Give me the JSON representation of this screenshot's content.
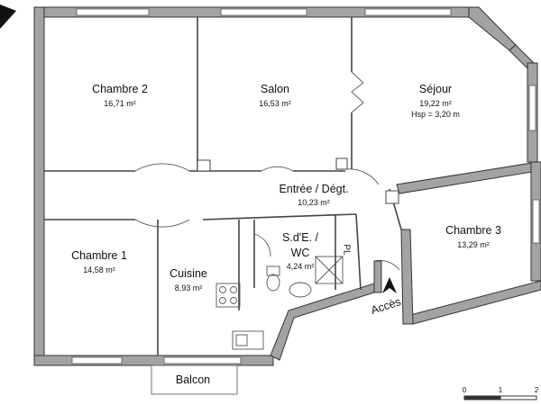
{
  "rooms": {
    "chambre2": {
      "name": "Chambre 2",
      "area": "16,71 m²"
    },
    "salon": {
      "name": "Salon",
      "area": "16,53 m²"
    },
    "sejour": {
      "name": "Séjour",
      "area": "19,22 m²",
      "ceiling": "Hsp = 3,20 m"
    },
    "entree": {
      "name": "Entrée / Dégt.",
      "area": "10,23 m²"
    },
    "chambre3": {
      "name": "Chambre 3",
      "area": "13,29 m²"
    },
    "chambre1": {
      "name": "Chambre 1",
      "area": "14,58 m²"
    },
    "cuisine": {
      "name": "Cuisine",
      "area": "8,93 m²"
    },
    "sdb": {
      "name_line1": "S.d'E. /",
      "name_line2": "WC",
      "area": "4,24 m²"
    },
    "pl": {
      "name": "PL"
    },
    "balcon": {
      "name": "Balcon"
    }
  },
  "access": {
    "label": "Accès"
  },
  "scale": {
    "ticks": [
      "0",
      "1",
      "2"
    ]
  },
  "colors": {
    "wall_fill": "#a3a3a3",
    "wall_stroke": "#333333",
    "line": "#444444",
    "background": "#ffffff"
  }
}
